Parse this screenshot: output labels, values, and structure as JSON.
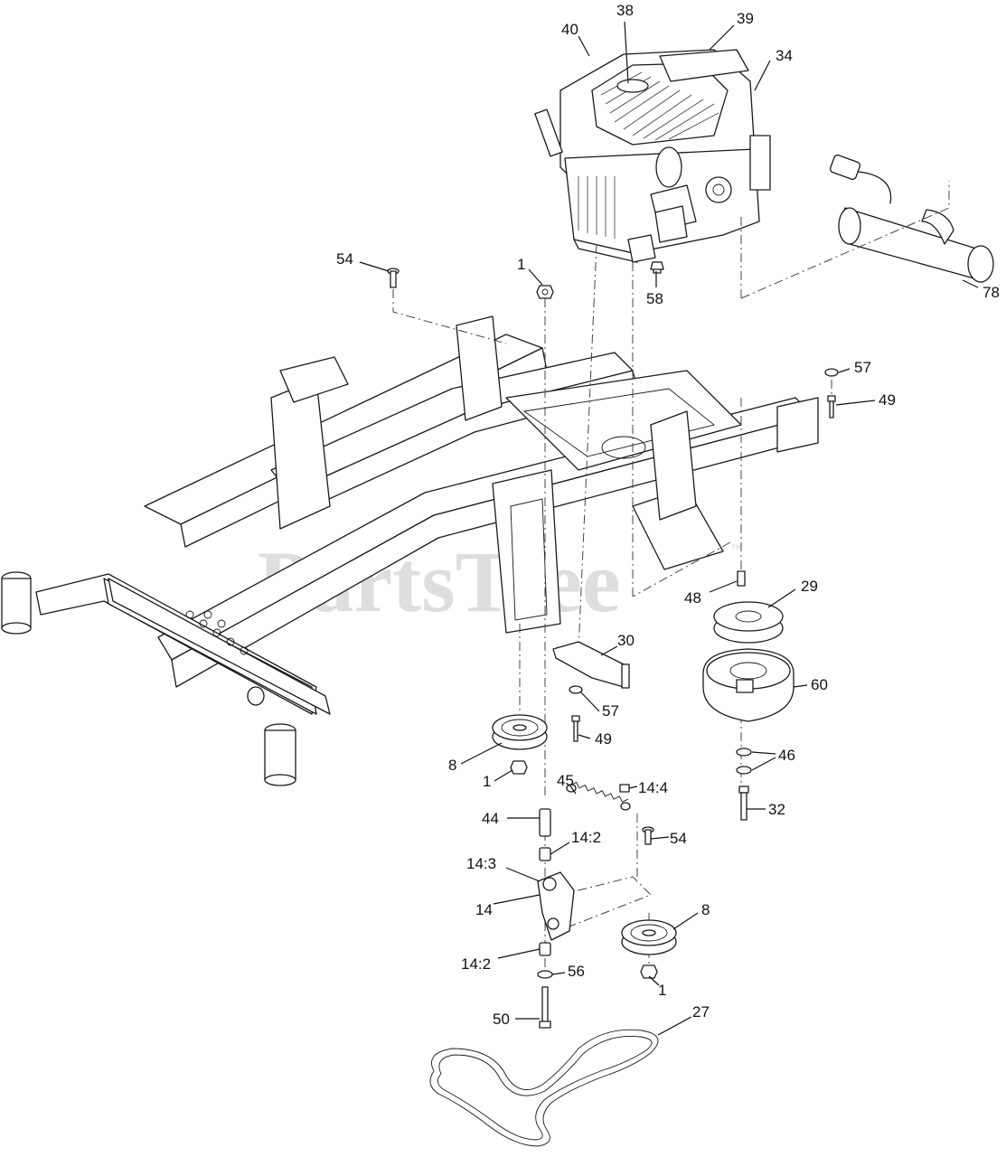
{
  "watermark": {
    "text": "PartsTree",
    "trademark": "™"
  },
  "callouts": [
    {
      "id": "c38",
      "label": "38"
    },
    {
      "id": "c40",
      "label": "40"
    },
    {
      "id": "c39",
      "label": "39"
    },
    {
      "id": "c34",
      "label": "34"
    },
    {
      "id": "c54a",
      "label": "54"
    },
    {
      "id": "c1a",
      "label": "1"
    },
    {
      "id": "c58",
      "label": "58"
    },
    {
      "id": "c78",
      "label": "78"
    },
    {
      "id": "c57a",
      "label": "57"
    },
    {
      "id": "c49a",
      "label": "49"
    },
    {
      "id": "c48",
      "label": "48"
    },
    {
      "id": "c29",
      "label": "29"
    },
    {
      "id": "c30",
      "label": "30"
    },
    {
      "id": "c60",
      "label": "60"
    },
    {
      "id": "c57b",
      "label": "57"
    },
    {
      "id": "c49b",
      "label": "49"
    },
    {
      "id": "c46",
      "label": "46"
    },
    {
      "id": "c8a",
      "label": "8"
    },
    {
      "id": "c1b",
      "label": "1"
    },
    {
      "id": "c45",
      "label": "45"
    },
    {
      "id": "c144",
      "label": "14:4"
    },
    {
      "id": "c32",
      "label": "32"
    },
    {
      "id": "c44",
      "label": "44"
    },
    {
      "id": "c142a",
      "label": "14:2"
    },
    {
      "id": "c54b",
      "label": "54"
    },
    {
      "id": "c143",
      "label": "14:3"
    },
    {
      "id": "c14",
      "label": "14"
    },
    {
      "id": "c8b",
      "label": "8"
    },
    {
      "id": "c142b",
      "label": "14:2"
    },
    {
      "id": "c56",
      "label": "56"
    },
    {
      "id": "c1c",
      "label": "1"
    },
    {
      "id": "c27",
      "label": "27"
    },
    {
      "id": "c50",
      "label": "50"
    }
  ]
}
